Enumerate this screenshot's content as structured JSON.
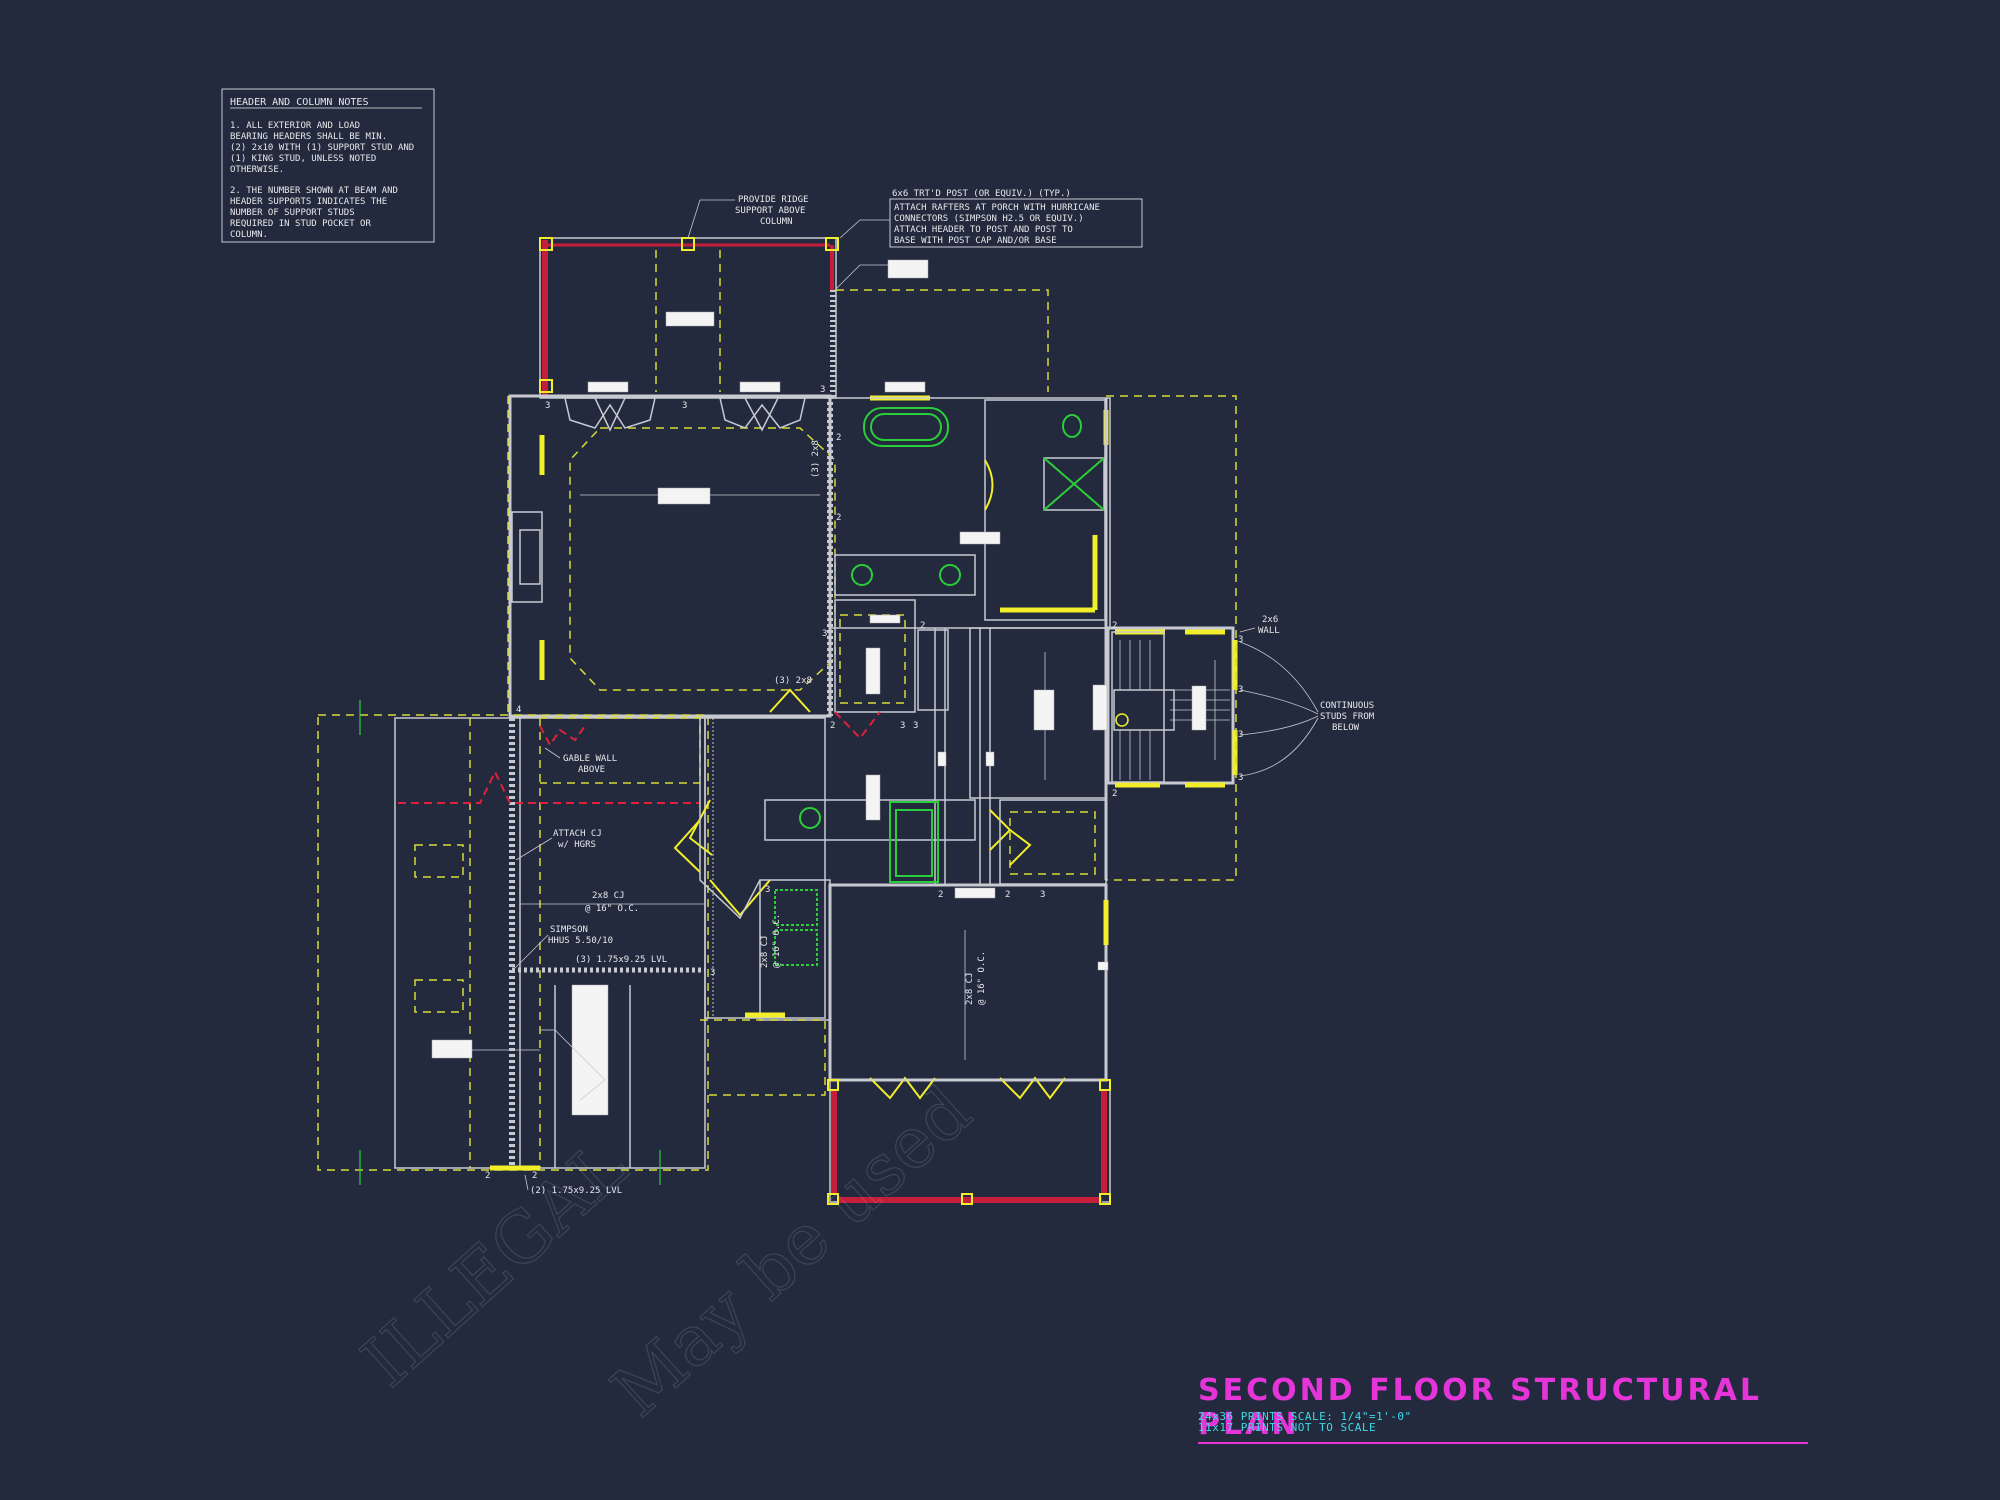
{
  "notes": {
    "title": "HEADER AND COLUMN NOTES",
    "n1": [
      "1. ALL EXTERIOR AND LOAD",
      "BEARING HEADERS SHALL BE MIN.",
      "(2) 2x10 WITH (1) SUPPORT STUD AND",
      "(1) KING STUD, UNLESS NOTED",
      "OTHERWISE."
    ],
    "n2": [
      "2. THE NUMBER SHOWN AT BEAM AND",
      "HEADER SUPPORTS INDICATES THE",
      "NUMBER OF SUPPORT STUDS",
      "REQUIRED IN STUD POCKET OR",
      "COLUMN."
    ]
  },
  "callouts": {
    "ridge": [
      "PROVIDE RIDGE",
      "SUPPORT ABOVE",
      "COLUMN"
    ],
    "post_title": "6x6 TRT'D POST (OR EQUIV.) (TYP.)",
    "post_box": [
      "ATTACH RAFTERS AT PORCH WITH HURRICANE",
      "CONNECTORS (SIMPSON H2.5 OR EQUIV.)",
      "ATTACH HEADER TO POST AND POST TO",
      "BASE WITH POST CAP AND/OR BASE"
    ],
    "wall2x6": [
      "2x6",
      "WALL"
    ],
    "continuous": [
      "CONTINUOUS",
      "STUDS FROM",
      "BELOW"
    ],
    "gable": [
      "GABLE WALL",
      "ABOVE"
    ],
    "attach_cj": [
      "ATTACH CJ",
      "w/ HGRS"
    ],
    "cj_main": [
      "2x8 CJ",
      "@ 16\" O.C."
    ],
    "simpson": [
      "SIMPSON",
      "HHUS 5.50/10"
    ],
    "lvl3": "(3) 1.75x9.25 LVL",
    "lvl2": "(2) 1.75x9.25 LVL",
    "two_2x8": "(3) 2x8",
    "three_2x8": "(3) 2x8",
    "cj_small": [
      "2x8 CJ",
      "@ 16\" O.C."
    ],
    "cj_right": [
      "2x8 CJ",
      "@ 16\" O.C."
    ]
  },
  "numbers": [
    "3",
    "3",
    "3",
    "2",
    "2",
    "2",
    "3",
    "3",
    "3",
    "2",
    "3",
    "3",
    "3",
    "3",
    "4",
    "2",
    "2",
    "2",
    "3",
    "3",
    "2",
    "3",
    "2",
    "2"
  ],
  "title_block": {
    "title": "SECOND FLOOR STRUCTURAL PLAN",
    "line1": "24x36 PRINTS SCALE: 1/4\"=1'-0\"",
    "line2": "11x17 PRINTS NOT TO SCALE"
  },
  "colors": {
    "background": "#232a3d",
    "title": "#e535d8",
    "subtitle": "#3ed9e6",
    "beam": "#f2ee2a",
    "porch": "#c41e3a",
    "fixture": "#2ccd3a"
  }
}
